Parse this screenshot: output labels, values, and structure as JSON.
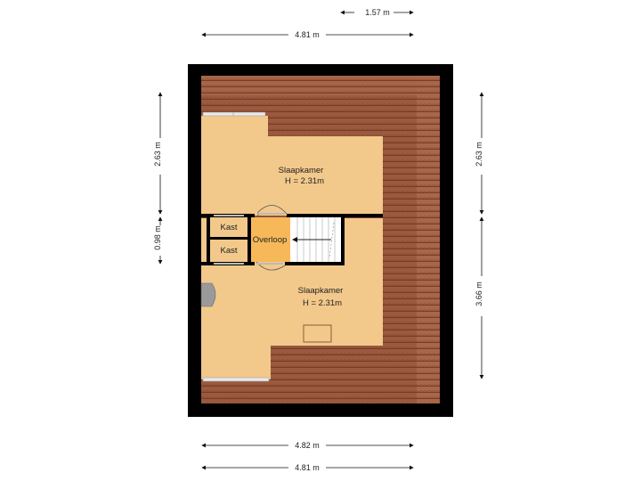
{
  "dimensions": {
    "top_short": "1.57 m",
    "top_main": "4.81 m",
    "left_upper": "2.63 m",
    "left_lower": "0.98 m",
    "right_upper": "2.63 m",
    "right_lower": "3.66 m",
    "bottom_upper": "4.82 m",
    "bottom_lower": "4.81 m"
  },
  "rooms": {
    "bedroom_top": {
      "name": "Slaapkamer",
      "height": "H = 2.31m"
    },
    "bedroom_bottom": {
      "name": "Slaapkamer",
      "height": "H = 2.31m"
    },
    "closet_top": {
      "name": "Kast"
    },
    "closet_bottom": {
      "name": "Kast"
    },
    "landing": {
      "name": "Overloop"
    }
  },
  "colors": {
    "wall": "#000000",
    "room_floor": "#f2c98b",
    "landing_floor": "#f7b859",
    "roof_tile": "#9b5a3e",
    "roof_line": "#6b3322",
    "dimension_line": "#111111"
  }
}
